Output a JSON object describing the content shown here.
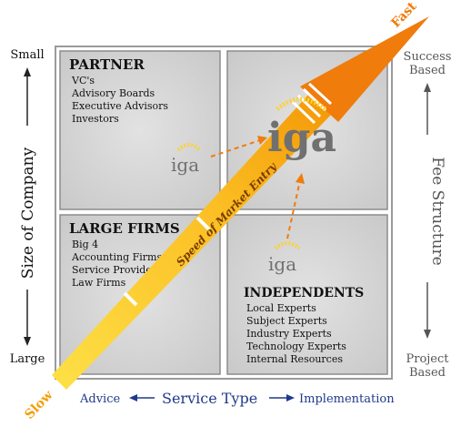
{
  "quadrants": {
    "top_left": {
      "title": "PARTNER",
      "items": [
        "VC's",
        "Advisory Boards",
        "Executive Advisors",
        "Investors"
      ]
    },
    "bottom_left": {
      "title": "LARGE FIRMS",
      "items": [
        "Big 4",
        "Accounting Firms",
        "Service Providers",
        "Law Firms"
      ]
    },
    "bottom_right": {
      "title": "INDEPENDENTS",
      "items": [
        "Local Experts",
        "Subject Experts",
        "Industry Experts",
        "Technology Experts",
        "Internal Resources"
      ]
    }
  },
  "axes": {
    "left": {
      "label": "Size of Company",
      "top": "Small",
      "bottom": "Large"
    },
    "right": {
      "label": "Fee Structure",
      "top_line1": "Success",
      "top_line2": "Based",
      "bottom_line1": "Project",
      "bottom_line2": "Based"
    },
    "bottom": {
      "label": "Service Type",
      "left": "Advice",
      "right": "Implementation"
    }
  },
  "arrow": {
    "label": "Speed of Market Entry",
    "start": "Slow",
    "end": "Fast"
  },
  "logos": {
    "main": "iga",
    "small_left": "iga",
    "small_bottom": "iga"
  },
  "colors": {
    "quadrant_fill": "#d6d6d6",
    "quadrant_border": "#8c8c8c",
    "axis_text": "#111111",
    "axis_right_text": "#555555",
    "service_blue": "#1e3a8a",
    "arrow_orange": "#f07c0c",
    "arrow_yellow": "#fcd233",
    "logo_gray": "#707070"
  }
}
